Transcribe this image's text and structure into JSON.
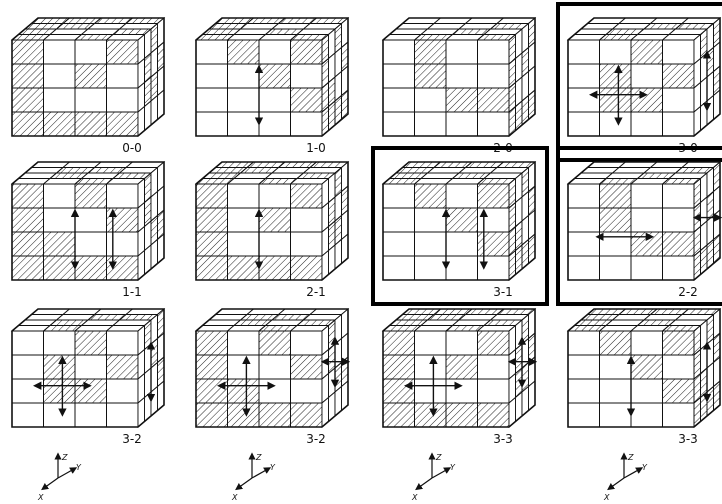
{
  "figure": {
    "panels": [
      {
        "label": "0-0",
        "highlighted": false,
        "arrows": []
      },
      {
        "label": "1-0",
        "highlighted": false,
        "arrows": [
          "vertical"
        ]
      },
      {
        "label": "2-0",
        "highlighted": false,
        "arrows": []
      },
      {
        "label": "3-0",
        "highlighted": true,
        "arrows": [
          "cross",
          "vertical-side"
        ]
      },
      {
        "label": "1-1",
        "highlighted": false,
        "arrows": [
          "vertical",
          "vertical"
        ]
      },
      {
        "label": "2-1",
        "highlighted": false,
        "arrows": [
          "vertical"
        ]
      },
      {
        "label": "3-1",
        "highlighted": true,
        "arrows": [
          "vertical",
          "vertical"
        ]
      },
      {
        "label": "2-2",
        "highlighted": true,
        "arrows": [
          "horizontal",
          "horizontal-side"
        ]
      },
      {
        "label": "3-2",
        "highlighted": false,
        "arrows": [
          "cross",
          "vertical-side"
        ]
      },
      {
        "label": "3-2",
        "highlighted": false,
        "arrows": [
          "cross",
          "cross-side"
        ]
      },
      {
        "label": "3-3",
        "highlighted": false,
        "arrows": [
          "cross",
          "cross-side"
        ]
      },
      {
        "label": "3-3",
        "highlighted": false,
        "arrows": [
          "vertical",
          "vertical-side"
        ]
      }
    ],
    "axes_labels": {
      "z": "Z",
      "y": "Y",
      "x": "X"
    },
    "colors": {
      "ink": "#111111",
      "frame": "#000000",
      "paper": "#ffffff"
    }
  }
}
